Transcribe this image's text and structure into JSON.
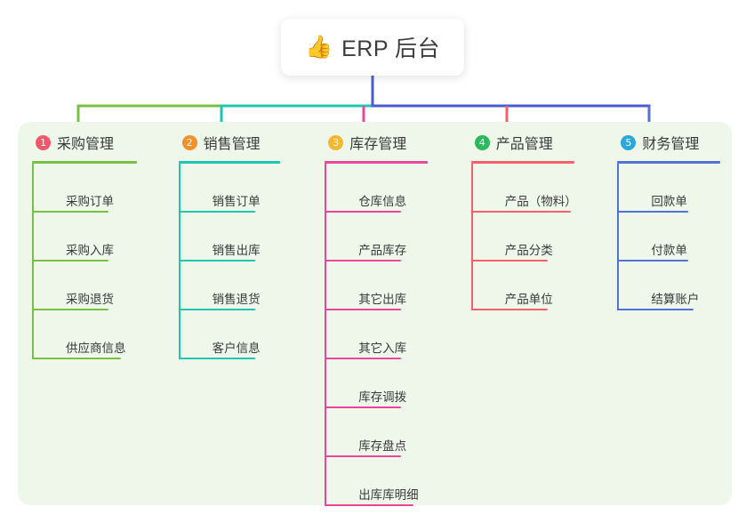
{
  "root": {
    "icon": "thumbs-up-icon",
    "icon_glyph": "👍",
    "title": "ERP 后台"
  },
  "palette": {
    "panel_bg": "#eef7ea",
    "page_bg": "#ffffff",
    "root_line": "#4a5bd0",
    "text": "#3a3a3a"
  },
  "columns": [
    {
      "number": "1",
      "badge_color": "#f4566a",
      "line_color": "#78c044",
      "title": "采购管理",
      "rule_width": 118,
      "items": [
        {
          "label": "采购订单",
          "rule_width": 86
        },
        {
          "label": "采购入库",
          "rule_width": 86
        },
        {
          "label": "采购退货",
          "rule_width": 86
        },
        {
          "label": "供应商信息",
          "rule_width": 100
        }
      ]
    },
    {
      "number": "2",
      "badge_color": "#f5902a",
      "line_color": "#1ec5b0",
      "title": "销售管理",
      "rule_width": 114,
      "items": [
        {
          "label": "销售订单",
          "rule_width": 86
        },
        {
          "label": "销售出库",
          "rule_width": 86
        },
        {
          "label": "销售退货",
          "rule_width": 86
        },
        {
          "label": "客户信息",
          "rule_width": 86
        }
      ]
    },
    {
      "number": "3",
      "badge_color": "#f7b731",
      "line_color": "#e8479c",
      "title": "库存管理",
      "rule_width": 116,
      "items": [
        {
          "label": "仓库信息",
          "rule_width": 86
        },
        {
          "label": "产品库存",
          "rule_width": 86
        },
        {
          "label": "其它出库",
          "rule_width": 86
        },
        {
          "label": "其它入库",
          "rule_width": 86
        },
        {
          "label": "库存调拨",
          "rule_width": 86
        },
        {
          "label": "库存盘点",
          "rule_width": 86
        },
        {
          "label": "出库库明细",
          "rule_width": 100
        }
      ]
    },
    {
      "number": "4",
      "badge_color": "#2cb85c",
      "line_color": "#f4606c",
      "title": "产品管理",
      "rule_width": 116,
      "items": [
        {
          "label": "产品（物料）",
          "rule_width": 112
        },
        {
          "label": "产品分类",
          "rule_width": 86
        },
        {
          "label": "产品单位",
          "rule_width": 86
        }
      ]
    },
    {
      "number": "5",
      "badge_color": "#29a8e0",
      "line_color": "#5172d8",
      "title": "财务管理",
      "rule_width": 116,
      "items": [
        {
          "label": "回款单",
          "rule_width": 80
        },
        {
          "label": "付款单",
          "rule_width": 80
        },
        {
          "label": "结算账户",
          "rule_width": 86
        }
      ]
    }
  ]
}
